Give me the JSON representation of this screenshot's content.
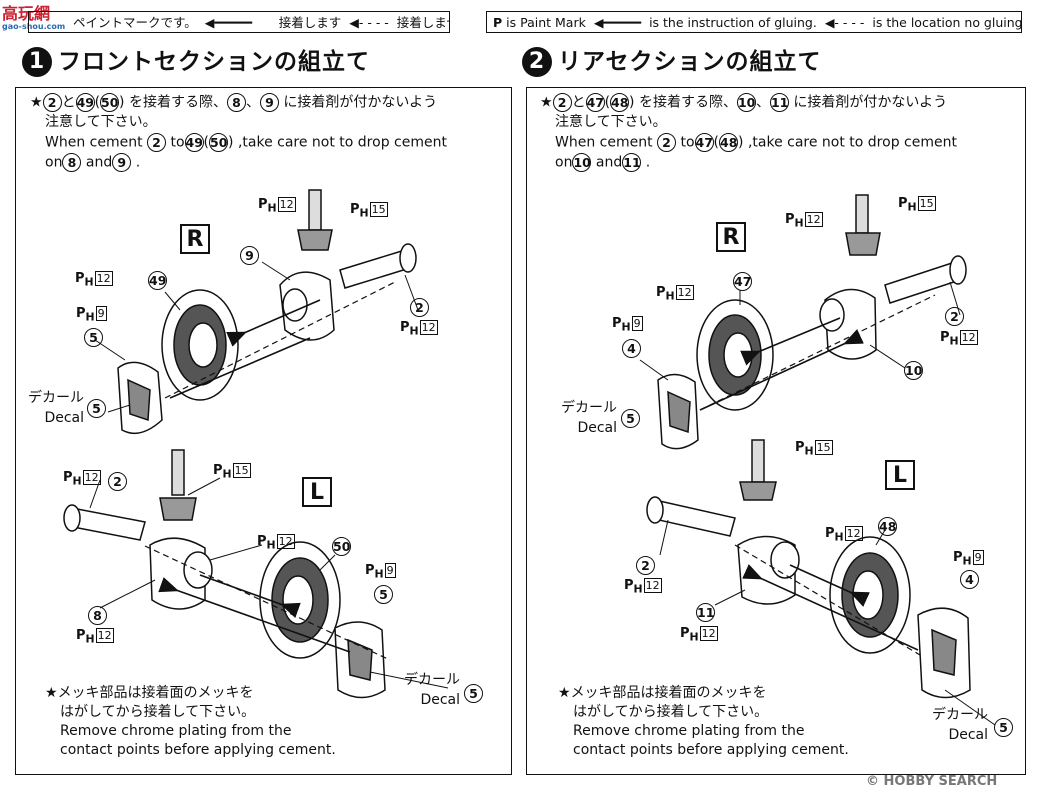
{
  "watermark": {
    "text": "高玩網",
    "subtext": "gao-shou.com"
  },
  "legend_jp": {
    "p1": "ペイントマークです。",
    "p2": "接着します",
    "p3": "接着しません"
  },
  "legend_en": {
    "p1": "is Paint Mark",
    "p2": "is the instruction of gluing.",
    "p3": "is the location no gluing."
  },
  "paint_symbol": "P",
  "step1": {
    "number": "1",
    "title": "フロントセクションの組立て",
    "note_jp_l1a": "と",
    "note_jp_l1b": "を接着する際、",
    "note_jp_l1c": "に接着剤が付かないよう",
    "note_jp_l2": "注意して下さい。",
    "note_en_l1a": "When cement",
    "note_en_l1b": "to",
    "note_en_l1c": ",take care not to drop cement",
    "note_en_l2a": "on",
    "note_en_l2b": "and",
    "parts_in_note": [
      "2",
      "49",
      "50",
      "8",
      "9"
    ],
    "side_r": "R",
    "side_l": "L",
    "labels": {
      "p15": "15",
      "p12": "12",
      "p9": "9"
    },
    "parts": {
      "n9": "9",
      "n49": "49",
      "n5": "5",
      "n2": "2",
      "n8": "8",
      "n50": "50"
    },
    "decal_jp": "デカール",
    "decal_en": "Decal",
    "foot_jp_l1": "メッキ部品は接着面のメッキを",
    "foot_jp_l2": "はがしてから接着して下さい。",
    "foot_en_l1": "Remove chrome plating from the",
    "foot_en_l2": "contact points before applying cement."
  },
  "step2": {
    "number": "2",
    "title": "リアセクションの組立て",
    "note_jp_l1a": "と",
    "note_jp_l1b": "を接着する際、",
    "note_jp_l1c": "に接着剤が付かないよう",
    "note_jp_l2": "注意して下さい。",
    "note_en_l1a": "When cement",
    "note_en_l1b": "to",
    "note_en_l1c": ",take care not to drop cement",
    "note_en_l2a": "on",
    "note_en_l2b": "and",
    "parts_in_note": [
      "2",
      "47",
      "48",
      "10",
      "11"
    ],
    "side_r": "R",
    "side_l": "L",
    "labels": {
      "p15": "15",
      "p12": "12",
      "p9": "9"
    },
    "parts": {
      "n47": "47",
      "n4": "4",
      "n5": "5",
      "n2": "2",
      "n10": "10",
      "n11": "11",
      "n48": "48"
    },
    "decal_jp": "デカール",
    "decal_en": "Decal",
    "foot_jp_l1": "メッキ部品は接着面のメッキを",
    "foot_jp_l2": "はがしてから接着して下さい。",
    "foot_en_l1": "Remove chrome plating from the",
    "foot_en_l2": "contact points before applying cement."
  },
  "credit": "HOBBY SEARCH",
  "credit_mark": "©"
}
